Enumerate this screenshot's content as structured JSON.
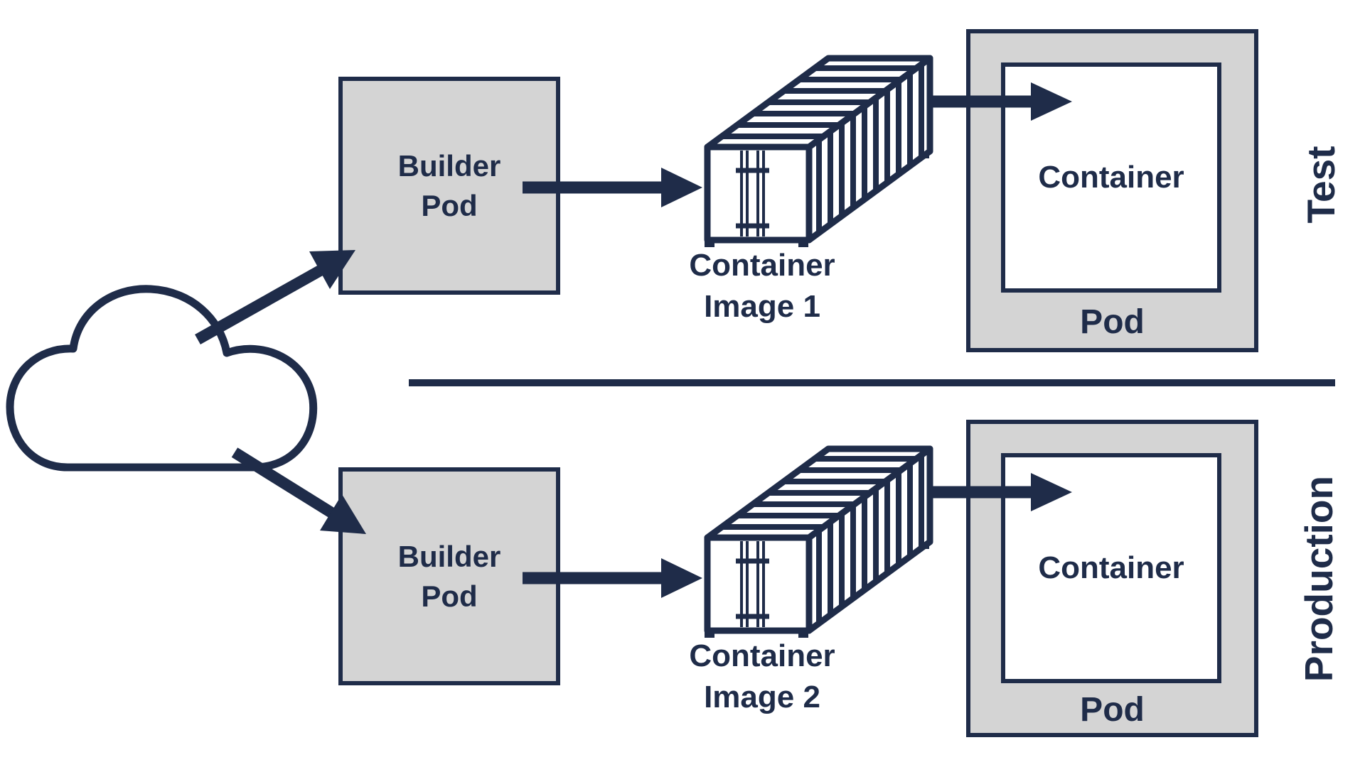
{
  "title": "Container build pipeline diagram for Test and Production",
  "colors": {
    "navy": "#1f2c49",
    "box_gray": "#d4d4d4",
    "background": "#ffffff"
  },
  "icons": {
    "cloud": "cloud-icon",
    "container_image": "shipping-container-icon",
    "arrow": "arrow-right-icon"
  },
  "rows": [
    {
      "env_label": "Test",
      "builder_pod_lines": [
        "Builder",
        "Pod"
      ],
      "image_label_lines": [
        "Container",
        "Image 1"
      ],
      "container_label": "Container",
      "pod_label": "Pod"
    },
    {
      "env_label": "Production",
      "builder_pod_lines": [
        "Builder",
        "Pod"
      ],
      "image_label_lines": [
        "Container",
        "Image 2"
      ],
      "container_label": "Container",
      "pod_label": "Pod"
    }
  ]
}
